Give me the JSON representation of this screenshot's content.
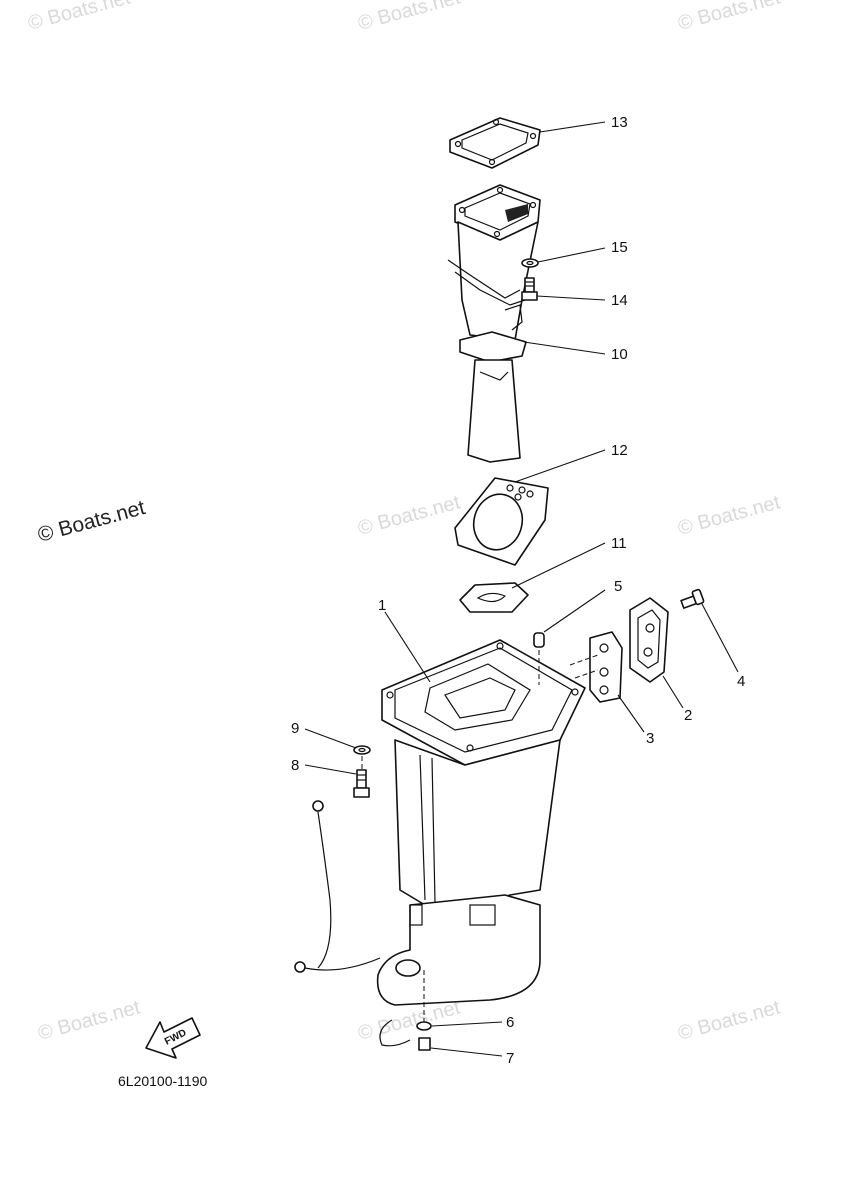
{
  "watermarks": {
    "small_text": "© Boats.net",
    "large_text": "© Boats.net"
  },
  "callouts": [
    "1",
    "2",
    "3",
    "4",
    "5",
    "6",
    "7",
    "8",
    "9",
    "10",
    "11",
    "12",
    "13",
    "14",
    "15"
  ],
  "fwd_label": "FWD",
  "diagram_code": "6L20100-1190",
  "colors": {
    "line": "#111111",
    "watermark": "#d9d9d9",
    "background": "#ffffff"
  }
}
